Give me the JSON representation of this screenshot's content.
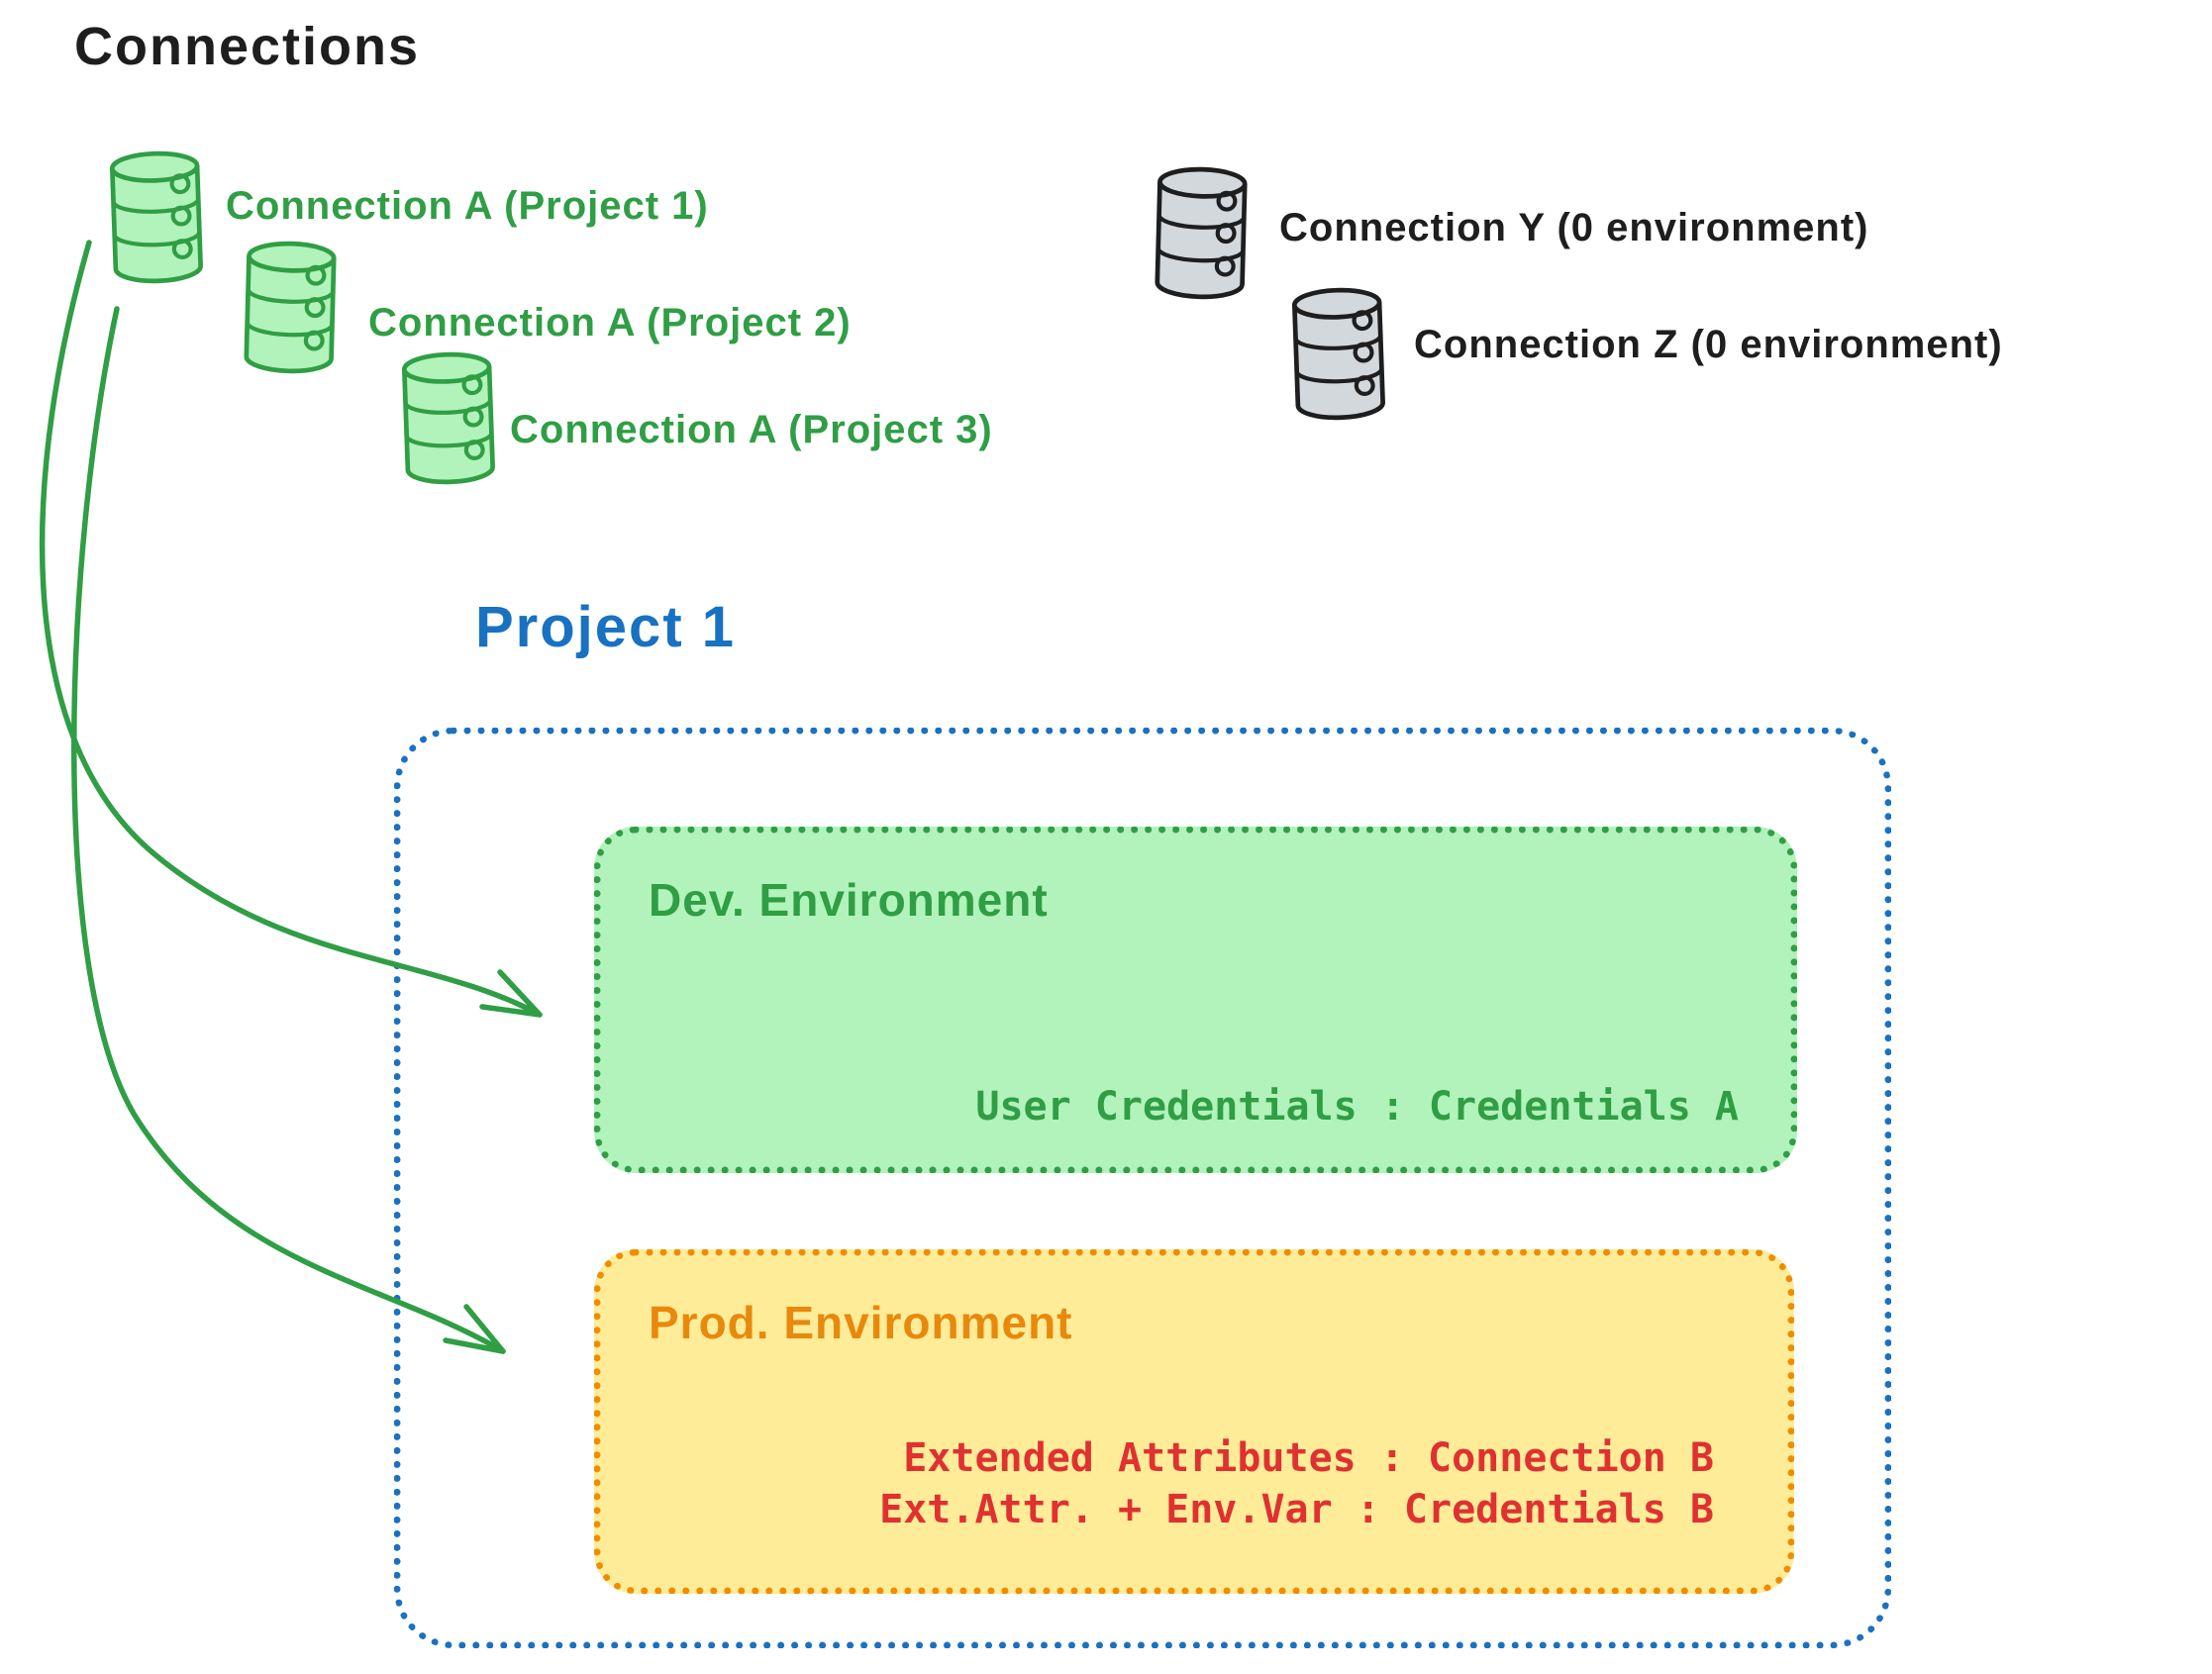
{
  "palette": {
    "black": "#1e1e1e",
    "green": "#2f9e44",
    "green_fill": "#b2f2bb",
    "blue": "#1971c2",
    "orange": "#f08c00",
    "orange_fill": "#ffec99",
    "red": "#e03131",
    "gray_fill": "#d3d8dd"
  },
  "title": "Connections",
  "shared_connections": [
    {
      "icon": "database-icon",
      "color": "#2f9e44",
      "label": "Connection A (Project 1)"
    },
    {
      "icon": "database-icon",
      "color": "#2f9e44",
      "label": "Connection A (Project 2)"
    },
    {
      "icon": "database-icon",
      "color": "#2f9e44",
      "label": "Connection A (Project 3)"
    }
  ],
  "unassigned_connections": [
    {
      "icon": "database-icon",
      "color": "#1e1e1e",
      "label": "Connection Y (0 environment)"
    },
    {
      "icon": "database-icon",
      "color": "#1e1e1e",
      "label": "Connection Z (0 environment)"
    }
  ],
  "project": {
    "title": "Project 1",
    "environments": [
      {
        "name": "Dev. Environment",
        "color": "#2f9e44",
        "fill": "#b2f2bb",
        "lines": [
          "User Credentials : Credentials A"
        ]
      },
      {
        "name": "Prod. Environment",
        "color": "#f08c00",
        "fill": "#ffec99",
        "lines": [
          "Extended Attributes : Connection B",
          "Ext.Attr. + Env.Var : Credentials B"
        ]
      }
    ]
  }
}
